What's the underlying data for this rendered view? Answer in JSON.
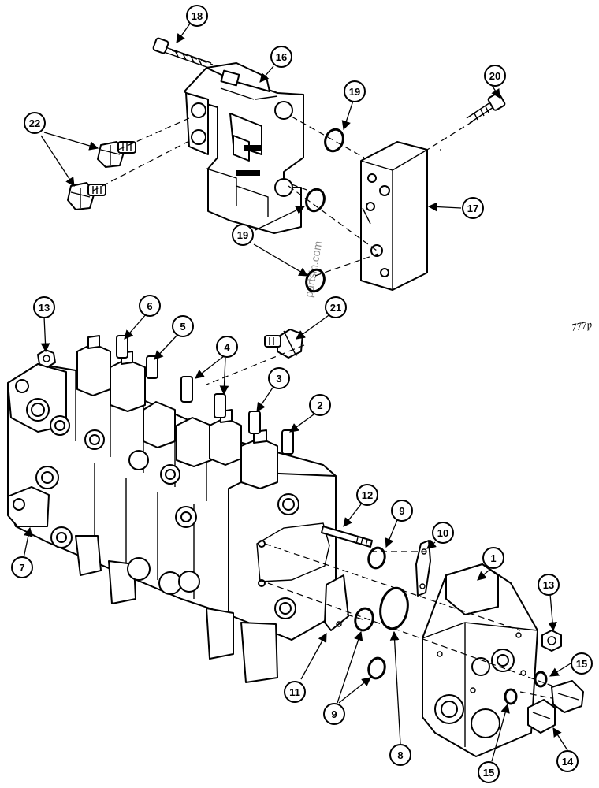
{
  "diagram": {
    "side_code": "777p",
    "watermark": "partsin.com",
    "callouts": {
      "c1": "1",
      "c2": "2",
      "c3": "3",
      "c4": "4",
      "c5": "5",
      "c6": "6",
      "c7": "7",
      "c8": "8",
      "c9a": "9",
      "c9b": "9",
      "c10": "10",
      "c11": "11",
      "c12": "12",
      "c13a": "13",
      "c13b": "13",
      "c14": "14",
      "c15a": "15",
      "c15b": "15",
      "c16": "16",
      "c17": "17",
      "c18": "18",
      "c19a": "19",
      "c19b": "19",
      "c20": "20",
      "c21": "21",
      "c22": "22"
    }
  }
}
